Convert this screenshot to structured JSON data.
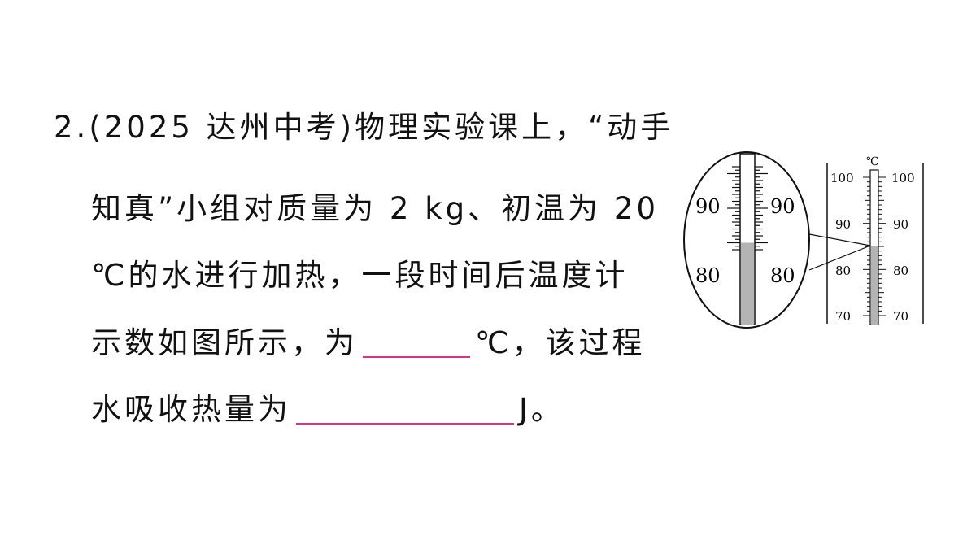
{
  "problem": {
    "number": "2.",
    "source": "(2025 达州中考)",
    "line1_rest": "物理实验课上，“动手",
    "line2": "知真”小组对质量为 2 kg、初温为 20",
    "line3": "℃的水进行加热，一段时间后温度计",
    "line4_before": "示数如图所示，为",
    "line4_after": "℃，该过程",
    "line5_before": "水吸收热量为",
    "line5_after": "J。"
  },
  "figure": {
    "unit": "℃",
    "zoom_labels": [
      "90",
      "90",
      "80",
      "80"
    ],
    "scale_labels_left": [
      "100",
      "90",
      "80",
      "70"
    ],
    "scale_labels_right": [
      "100",
      "90",
      "80",
      "70"
    ],
    "reading_celsius": 85
  }
}
